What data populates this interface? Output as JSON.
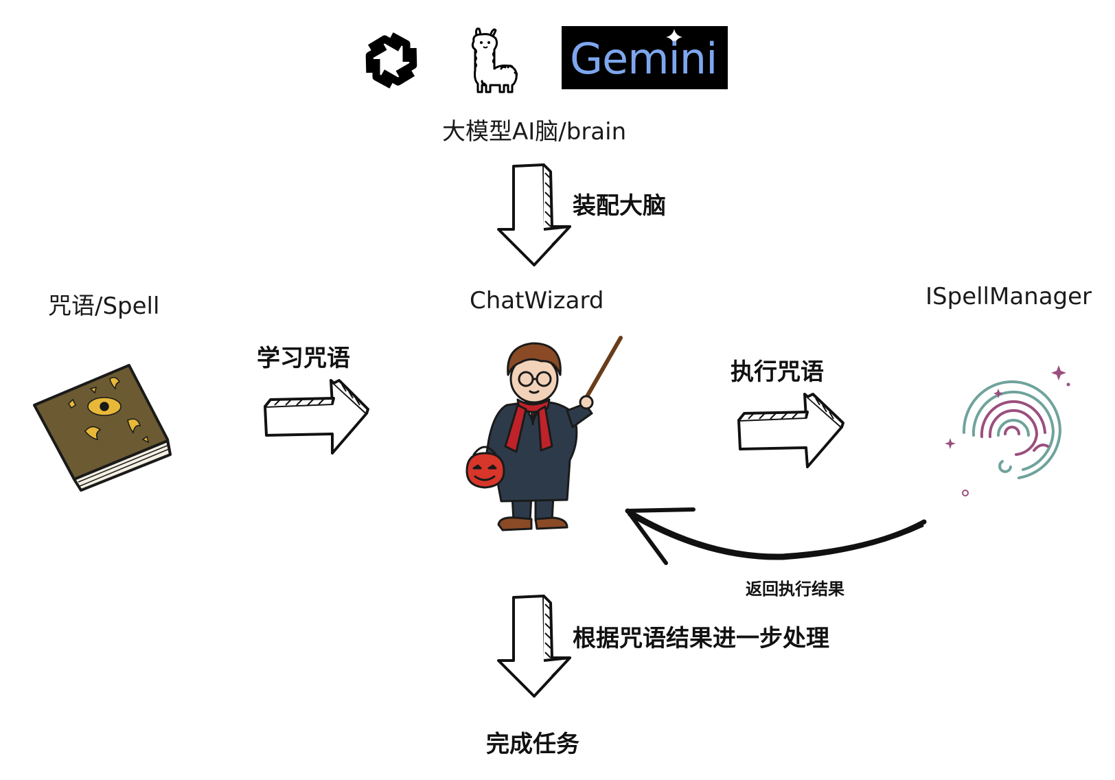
{
  "logos": {
    "gemini_text": "Gemini"
  },
  "brain": {
    "label": "大模型AI脑/brain"
  },
  "arrows": {
    "equip_brain": "装配大脑",
    "learn_spell": "学习咒语",
    "execute_spell": "执行咒语",
    "return_result": "返回执行结果",
    "process_result": "根据咒语结果进一步处理"
  },
  "nodes": {
    "spell": "咒语/Spell",
    "wizard": "ChatWizard",
    "manager": "ISpellManager"
  },
  "final": {
    "label": "完成任务"
  },
  "colors": {
    "book": "#6b5a32",
    "book_gold": "#e8b838",
    "robe": "#2d3a4a",
    "scarf": "#c0222a",
    "hair": "#8a4a26",
    "pumpkin": "#d8362a",
    "spiral_teal": "#6fa39b",
    "spiral_purple": "#9a4f7e",
    "gemini_gradient_start": "#4a8ef0",
    "gemini_gradient_end": "#a8c4f4"
  }
}
